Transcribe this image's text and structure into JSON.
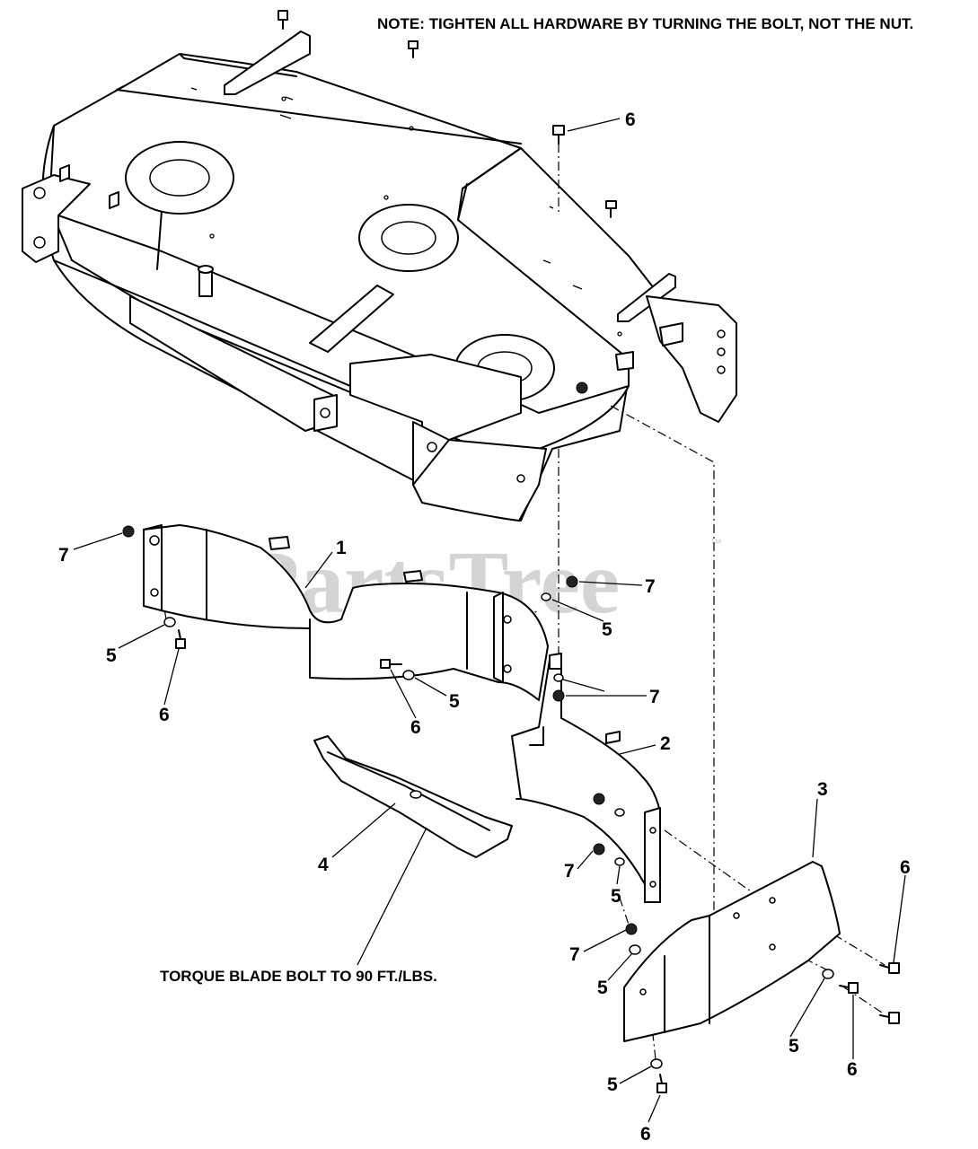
{
  "notes": {
    "hardware": "NOTE: TIGHTEN ALL HARDWARE BY TURNING THE BOLT, NOT THE NUT.",
    "torque": "TORQUE BLADE BOLT TO 90 FT./LBS."
  },
  "watermark": {
    "text": "PartsTree",
    "tm": "™"
  },
  "callouts": [
    {
      "id": "c-6a",
      "text": "6"
    },
    {
      "id": "c-1",
      "text": "1"
    },
    {
      "id": "c-7a",
      "text": "7"
    },
    {
      "id": "c-7b",
      "text": "7"
    },
    {
      "id": "c-5a",
      "text": "5"
    },
    {
      "id": "c-5b",
      "text": "5"
    },
    {
      "id": "c-6b",
      "text": "6"
    },
    {
      "id": "c-5c",
      "text": "5"
    },
    {
      "id": "c-7c",
      "text": "7"
    },
    {
      "id": "c-6c",
      "text": "6"
    },
    {
      "id": "c-2",
      "text": "2"
    },
    {
      "id": "c-3",
      "text": "3"
    },
    {
      "id": "c-4",
      "text": "4"
    },
    {
      "id": "c-7d",
      "text": "7"
    },
    {
      "id": "c-5d",
      "text": "5"
    },
    {
      "id": "c-6d",
      "text": "6"
    },
    {
      "id": "c-7e",
      "text": "7"
    },
    {
      "id": "c-5e",
      "text": "5"
    },
    {
      "id": "c-5f",
      "text": "5"
    },
    {
      "id": "c-6e",
      "text": "6"
    },
    {
      "id": "c-5g",
      "text": "5"
    },
    {
      "id": "c-6f",
      "text": "6"
    }
  ]
}
